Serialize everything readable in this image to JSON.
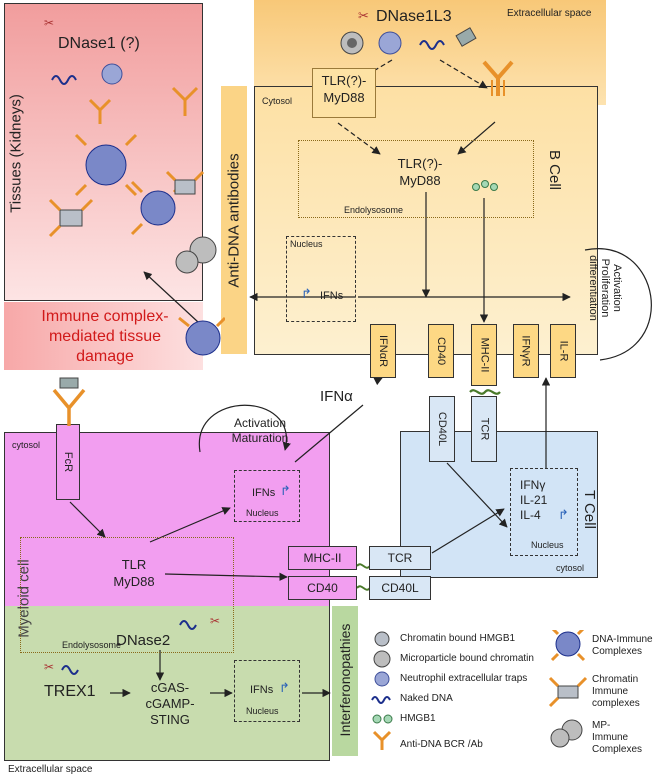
{
  "extracellular_top": {
    "label": "Extracellular space",
    "enzyme": "DNase1L3"
  },
  "tissue": {
    "title": "DNase1 (?)",
    "side_label": "Tissues (Kidneys)"
  },
  "damage": {
    "label": "Immune complex-mediated tissue damage",
    "lines": [
      "Immune complex-",
      "mediated tissue",
      "damage"
    ]
  },
  "antibody_bar": {
    "label": "Anti-DNA antibodies"
  },
  "bcell": {
    "cytosol": "Cytosol",
    "tlr_top": [
      "TLR(?)-",
      "MyD88"
    ],
    "tlr_endo": [
      "TLR(?)-",
      "MyD88"
    ],
    "endolysosome": "Endolysosome",
    "nucleus": "Nucleus",
    "ifns": "IFNs",
    "name": "B Cell",
    "activation": [
      "Activation",
      "Proliferation",
      "differentiation"
    ],
    "receptors": [
      "IFNαR",
      "CD40",
      "MHC-II",
      "IFNγR",
      "IL-R"
    ]
  },
  "ifn_alpha": "IFNα",
  "tcell": {
    "cd40l": "CD40L",
    "tcr": "TCR",
    "cytokines": [
      "IFNγ",
      "IL-21",
      "IL-4"
    ],
    "nucleus": "Nucleus",
    "name": "T Cell",
    "cytosol": "cytosol"
  },
  "myeloid": {
    "cytosol": "cytosol",
    "fcr": "FcR",
    "activation": [
      "Activation",
      "Maturation"
    ],
    "ifns": "IFNs",
    "nucleus": "Nucleus",
    "tlr": [
      "TLR",
      "MyD88"
    ],
    "mhc": "MHC-II",
    "tcr": "TCR",
    "cd40": "CD40",
    "cd40l": "CD40L",
    "name": "Myeloid cell",
    "endolysosome": "Endolysosome",
    "dnase2": "DNase2"
  },
  "interferonopathy": {
    "trex1": "TREX1",
    "sting": [
      "cGAS-",
      "cGAMP-",
      "STING"
    ],
    "ifns": "IFNs",
    "nucleus": "Nucleus",
    "bar": "Interferonopathies"
  },
  "extracellular_bottom": "Extracellular space",
  "legend": {
    "left": [
      "Chromatin bound HMGB1",
      "Microparticle bound chromatin",
      "Neutrophil  extracellular traps",
      "Naked DNA",
      "HMGB1",
      "Anti-DNA BCR /Ab"
    ],
    "right": [
      [
        "DNA-Immune",
        "Complexes"
      ],
      [
        "Chromatin",
        "Immune",
        "complexes"
      ],
      [
        "MP-",
        "Immune",
        "Complexes"
      ]
    ]
  },
  "colors": {
    "tissue_top": "#f3b3b3",
    "tissue_bottom": "#fde6e6",
    "damage_bg": "#f7b0b0",
    "damage_text": "#d11a1a",
    "yellow_top": "#f9d08a",
    "yellow_bottom": "#fde9c4",
    "bcell": "#fde3a8",
    "antibody_bar": "#fbd78c",
    "myeloid": "#f49cf0",
    "endo_green": "#c8dfb0",
    "tcell": "#cfe2f6",
    "icon_orange": "#e8912a",
    "dna_blue": "#1c2f8c"
  }
}
